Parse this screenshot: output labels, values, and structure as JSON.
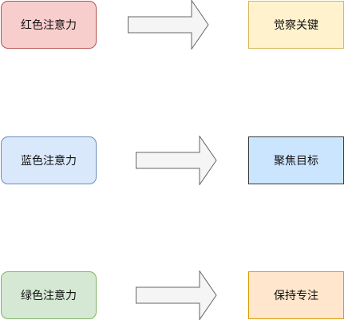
{
  "rows": [
    {
      "source": {
        "label": "红色注意力",
        "fill": "#f8cecc",
        "stroke": "#b85450"
      },
      "target": {
        "label": "觉察关键",
        "fill": "#fff2cc",
        "stroke": "#d6b656"
      }
    },
    {
      "source": {
        "label": "蓝色注意力",
        "fill": "#dae8fc",
        "stroke": "#6c8ebf"
      },
      "target": {
        "label": "聚焦目标",
        "fill": "#cce5ff",
        "stroke": "#36393d"
      }
    },
    {
      "source": {
        "label": "绿色注意力",
        "fill": "#d5e8d4",
        "stroke": "#82b366"
      },
      "target": {
        "label": "保持专注",
        "fill": "#ffe6cc",
        "stroke": "#d79b00"
      }
    }
  ],
  "arrow": {
    "fill": "#f5f5f5",
    "stroke": "#666666"
  }
}
